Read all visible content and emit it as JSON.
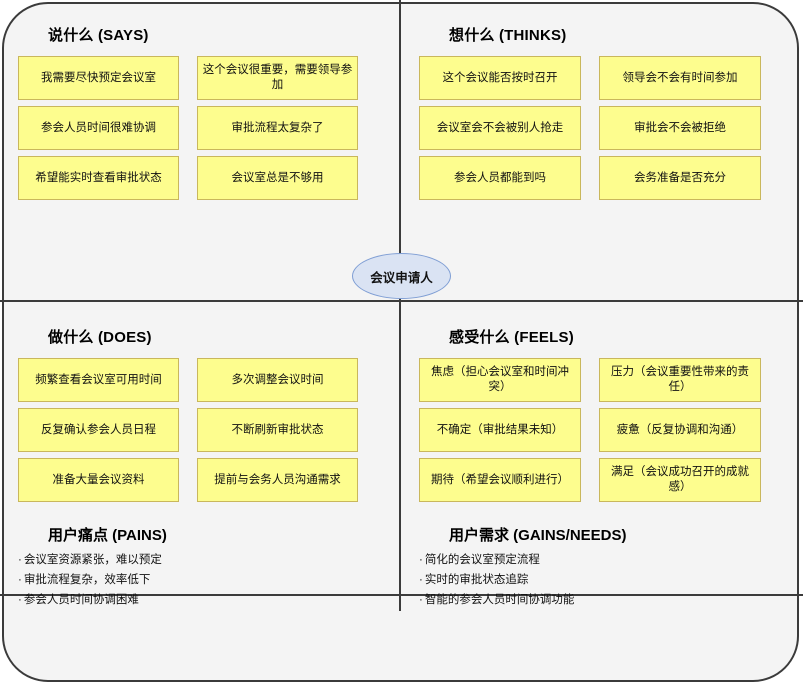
{
  "persona": {
    "label": "会议申请人"
  },
  "quadrants": [
    {
      "key": "says",
      "title": "说什么 (SAYS)",
      "notes": [
        "我需要尽快预定会议室",
        "这个会议很重要，需要领导参加",
        "参会人员时间很难协调",
        "审批流程太复杂了",
        "希望能实时查看审批状态",
        "会议室总是不够用"
      ]
    },
    {
      "key": "thinks",
      "title": "想什么 (THINKS)",
      "notes": [
        "这个会议能否按时召开",
        "领导会不会有时间参加",
        "会议室会不会被别人抢走",
        "审批会不会被拒绝",
        "参会人员都能到吗",
        "会务准备是否充分"
      ]
    },
    {
      "key": "does",
      "title": "做什么 (DOES)",
      "notes": [
        "频繁查看会议室可用时间",
        "多次调整会议时间",
        "反复确认参会人员日程",
        "不断刷新审批状态",
        "准备大量会议资料",
        "提前与会务人员沟通需求"
      ]
    },
    {
      "key": "feels",
      "title": "感受什么 (FEELS)",
      "notes": [
        "焦虑（担心会议室和时间冲突）",
        "压力（会议重要性带来的责任）",
        "不确定（审批结果未知）",
        "疲惫（反复协调和沟通）",
        "期待（希望会议顺利进行）",
        "满足（会议成功召开的成就感）"
      ]
    }
  ],
  "strips": [
    {
      "key": "pains",
      "title": "用户痛点 (PAINS)",
      "bullet": "·",
      "items": [
        "会议室资源紧张，难以预定",
        "审批流程复杂，效率低下",
        "参会人员时间协调困难"
      ]
    },
    {
      "key": "gains",
      "title": "用户需求 (GAINS/NEEDS)",
      "bullet": "·",
      "items": [
        "简化的会议室预定流程",
        "实时的审批状态追踪",
        "智能的参会人员时间协调功能"
      ]
    }
  ],
  "colors": {
    "note_fill": "#fdfd8e",
    "note_border": "#c9b75c",
    "persona_fill": "#dae3f3",
    "persona_border": "#7f9ed4",
    "frame_border": "#3b3b3b",
    "canvas_bg": "#f4f4f4"
  }
}
